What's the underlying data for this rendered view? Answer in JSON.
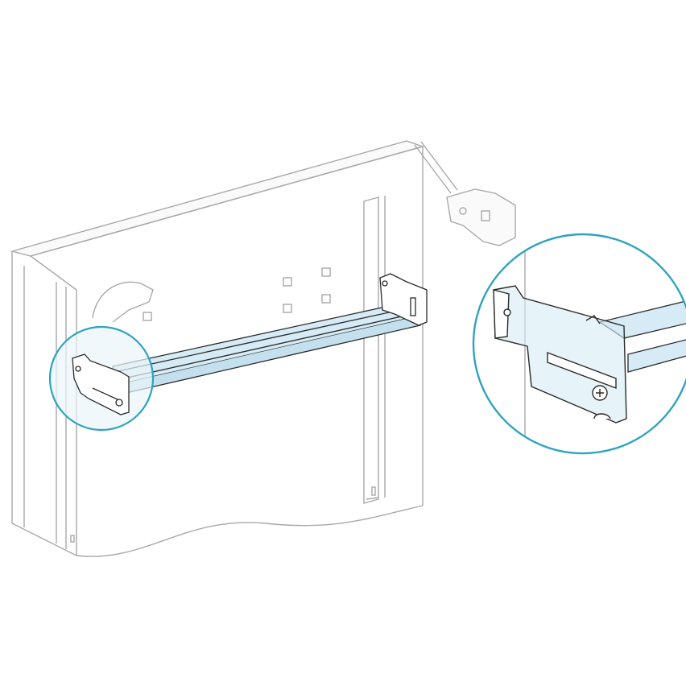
{
  "diagram": {
    "colors": {
      "outline": "#9a9a9a",
      "outline_dark": "#2a2a2a",
      "rail_fill": "#d6ebf5",
      "callout_stroke": "#2fa3bf",
      "callout_fill": "#eaf5f9"
    },
    "components": [
      "enclosure",
      "mounting-rail",
      "bracket-left",
      "bracket-right",
      "detail-callout-small",
      "detail-callout-large"
    ]
  }
}
